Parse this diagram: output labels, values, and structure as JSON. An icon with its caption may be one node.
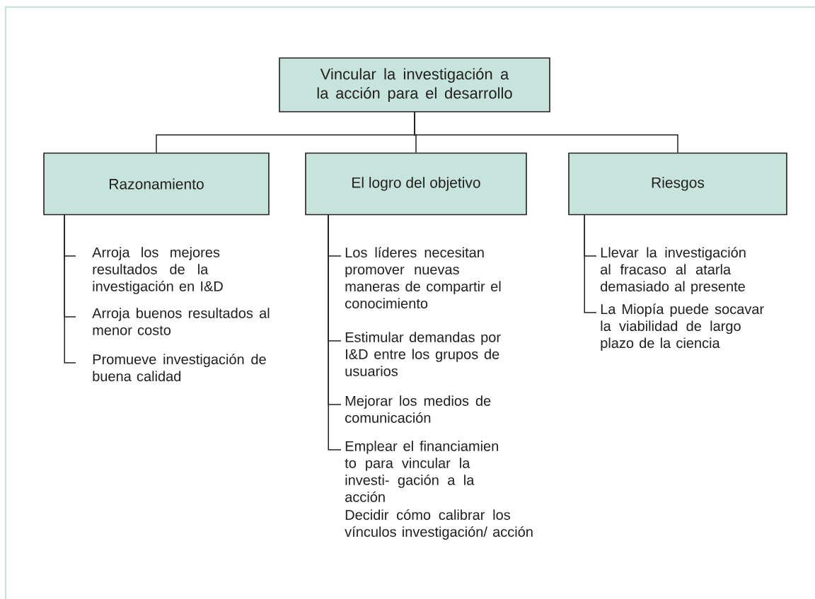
{
  "diagram": {
    "nodes": [
      {
        "text": [
          "Vincular la investigación a la acción para el desarrollo"
        ]
      },
      {
        "text": [
          "Razonamiento"
        ]
      },
      {
        "text": [
          "El logro del objetivo"
        ]
      },
      {
        "text": [
          "Riesgos"
        ]
      },
      {
        "text": [
          "Arroja los mejores resultados de la investigación en I&D"
        ]
      },
      {
        "text": [
          "Arroja buenos resultados al menor costo"
        ]
      },
      {
        "text": [
          "Promueve investigación de buena calidad"
        ]
      },
      {
        "text": [
          "Los líderes necesitan promover nuevas maneras de compartir el conocimiento"
        ]
      },
      {
        "text": [
          "Estimular demandas por I&D entre los grupos de usuarios"
        ]
      },
      {
        "text": [
          "Mejorar los medios de comunicación"
        ]
      },
      {
        "text": [
          "Emplear el financiamien to para vincular la investi- gación a la acción"
        ]
      },
      {
        "text": [
          "Llevar la investigación al fracaso al atarla demasiado al presente"
        ]
      },
      {
        "text": [
          "La Miopía puede socavar la viabilidad de largo plazo de la ciencia"
        ]
      }
    ],
    "edges": [
      {
        "from": 0,
        "to": 1,
        "arrow": "none"
      },
      {
        "from": 0,
        "to": 2,
        "arrow": "none"
      },
      {
        "from": 0,
        "to": 3,
        "arrow": "none"
      },
      {
        "from": 1,
        "to": 4,
        "arrow": "none"
      },
      {
        "from": 1,
        "to": 5,
        "arrow": "none"
      },
      {
        "from": 1,
        "to": 6,
        "arrow": "none"
      },
      {
        "from": 2,
        "to": 7,
        "arrow": "none"
      },
      {
        "from": 2,
        "to": 8,
        "arrow": "none"
      },
      {
        "from": 2,
        "to": 9,
        "arrow": "none"
      },
      {
        "from": 2,
        "to": 10,
        "arrow": "none"
      },
      {
        "from": 3,
        "to": 11,
        "arrow": "none"
      },
      {
        "from": 3,
        "to": 12,
        "arrow": "none"
      }
    ],
    "labels": [
      "Decidir cómo calibrar los vínculos investigación/ acción"
    ]
  }
}
